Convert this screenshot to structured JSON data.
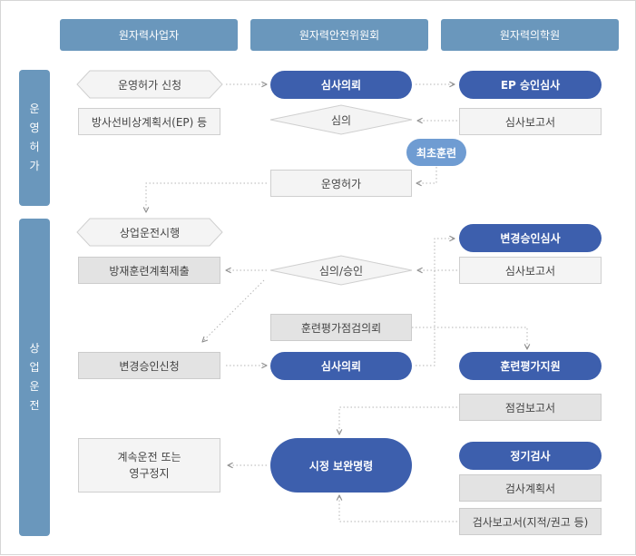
{
  "headers": {
    "operator": "원자력사업자",
    "commission": "원자력안전위원회",
    "institute": "원자력의학원"
  },
  "sections": {
    "license": [
      "운",
      "영",
      "허",
      "가"
    ],
    "operation": [
      "상",
      "업",
      "운",
      "전"
    ]
  },
  "operator_column": {
    "license_apply": "운영허가 신청",
    "ep_doc": "방사선비상계획서(EP) 등",
    "operation_start": "상업운전시행",
    "training_plan": "방재훈련계획제출",
    "change_apply": "변경승인신청",
    "continue_or_stop": "계속운전 또는\n영구정지"
  },
  "commission_column": {
    "review_request_1": "심사의뢰",
    "deliberation": "심의",
    "license": "운영허가",
    "deliberation_approval": "심의/승인",
    "training_eval_request": "훈련평가점검의뢰",
    "review_request_2": "심사의뢰",
    "correction_order": "시정 보완명령"
  },
  "institute_column": {
    "ep_review": "EP 승인심사",
    "review_report_1": "심사보고서",
    "initial_training": "최초훈련",
    "change_review": "변경승인심사",
    "review_report_2": "심사보고서",
    "training_eval_support": "훈련평가지원",
    "inspection_report": "점검보고서",
    "periodic_inspection": "정기검사",
    "inspection_plan": "검사계획서",
    "inspection_result": "검사보고서(지적/권고 등)"
  },
  "colors": {
    "header": "#6a97bc",
    "pill": "#3d5fad",
    "pill_light": "#6f9cd2",
    "box_fill": "#f4f4f4",
    "box_fill_dark": "#e3e3e3",
    "connector": "#b5b5b5"
  }
}
